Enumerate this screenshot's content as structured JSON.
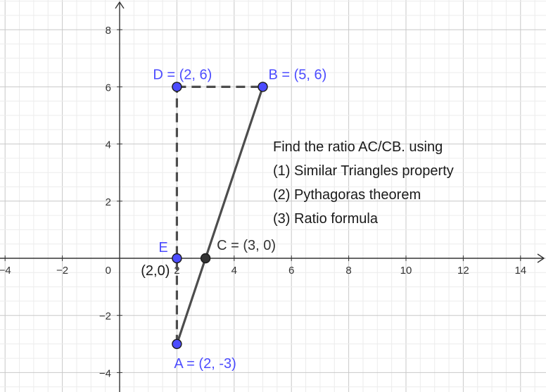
{
  "chart_data": {
    "type": "scatter",
    "xlim": [
      -4,
      15
    ],
    "ylim": [
      -4.5,
      8.8
    ],
    "grid": true,
    "x_ticks": [
      {
        "value": -4,
        "label": "−4"
      },
      {
        "value": -2,
        "label": "−2"
      },
      {
        "value": 2,
        "label": "2"
      },
      {
        "value": 4,
        "label": "4"
      },
      {
        "value": 6,
        "label": "6"
      },
      {
        "value": 8,
        "label": "8"
      },
      {
        "value": 10,
        "label": "10"
      },
      {
        "value": 12,
        "label": "12"
      },
      {
        "value": 14,
        "label": "14"
      }
    ],
    "y_ticks": [
      {
        "value": -4,
        "label": "−4"
      },
      {
        "value": -2,
        "label": "−2"
      },
      {
        "value": 2,
        "label": "2"
      },
      {
        "value": 4,
        "label": "4"
      },
      {
        "value": 6,
        "label": "6"
      },
      {
        "value": 8,
        "label": "8"
      }
    ],
    "origin_label": "0",
    "points": [
      {
        "id": "A",
        "x": 2,
        "y": -3,
        "label": "A = (2, -3)",
        "color": "#4c4cff",
        "label_color": "#4c4cff"
      },
      {
        "id": "B",
        "x": 5,
        "y": 6,
        "label": "B = (5, 6)",
        "color": "#4c4cff",
        "label_color": "#4c4cff"
      },
      {
        "id": "C",
        "x": 3,
        "y": 0,
        "label": "C = (3, 0)",
        "color": "#333333",
        "label_color": "#333333"
      },
      {
        "id": "D",
        "x": 2,
        "y": 6,
        "label": "D = (2, 6)",
        "color": "#4c4cff",
        "label_color": "#4c4cff"
      },
      {
        "id": "E",
        "x": 2,
        "y": 0,
        "label": "E",
        "color": "#4c4cff",
        "label_color": "#4c4cff"
      }
    ],
    "segments": [
      {
        "from": "A",
        "to": "B",
        "style": "solid"
      },
      {
        "from": "A",
        "to": "D",
        "style": "dashed"
      },
      {
        "from": "D",
        "to": "B",
        "style": "dashed"
      }
    ],
    "annotations": {
      "point_E_coords": "(2,0)",
      "problem": [
        "Find the ratio AC/CB. using",
        "(1) Similar Triangles property",
        "(2) Pythagoras theorem",
        "(3) Ratio formula"
      ]
    },
    "colors": {
      "point": "#4c4cff",
      "segment": "#4d4d4d",
      "axis": "#333333"
    }
  }
}
